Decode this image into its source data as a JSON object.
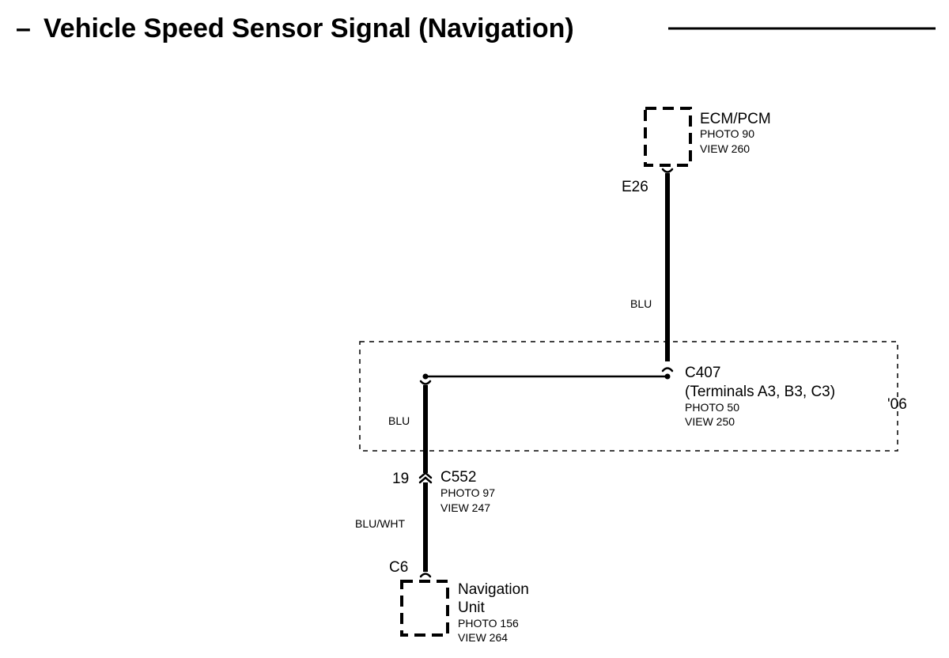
{
  "title": "Vehicle Speed Sensor Signal (Navigation)",
  "title_dash": "–",
  "components": {
    "ecm": {
      "name": "ECM/PCM",
      "photo": "PHOTO 90",
      "view": "VIEW 260",
      "terminal": "E26"
    },
    "nav": {
      "name_line1": "Navigation",
      "name_line2": "Unit",
      "photo": "PHOTO 156",
      "view": "VIEW 264",
      "terminal": "C6"
    }
  },
  "connectors": {
    "c407": {
      "id": "C407",
      "terminals": "(Terminals A3, B3, C3)",
      "photo": "PHOTO 50",
      "view": "VIEW 250",
      "year_note": "'06"
    },
    "c552": {
      "id": "C552",
      "pin": "19",
      "photo": "PHOTO 97",
      "view": "VIEW 247"
    }
  },
  "wires": {
    "ecm_to_c407": "BLU",
    "c407_to_c552": "BLU",
    "c552_to_nav": "BLU/WHT"
  }
}
